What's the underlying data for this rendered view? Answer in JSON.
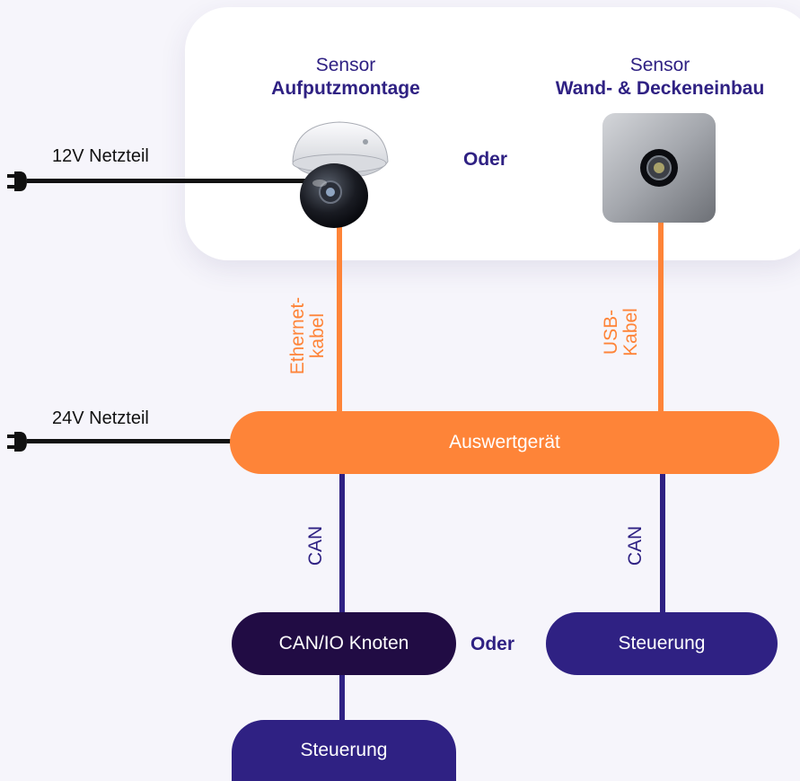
{
  "sensor_surface": {
    "line1": "Sensor",
    "line2": "Aufputzmontage"
  },
  "sensor_flush": {
    "line1": "Sensor",
    "line2": "Wand- & Deckeneinbau"
  },
  "psu_12v": "12V Netzteil",
  "psu_24v": "24V Netzteil",
  "oder_top": "Oder",
  "oder_bottom": "Oder",
  "ethernet_label": {
    "line1": "Ethernet-",
    "line2": "kabel"
  },
  "usb_label": {
    "line1": "USB-",
    "line2": "Kabel"
  },
  "evaluation_unit": "Auswertgerät",
  "can_left": "CAN",
  "can_right": "CAN",
  "can_io_node": "CAN/IO Knoten",
  "control_right": "Steuerung",
  "control_bottom": "Steuerung",
  "colors": {
    "orange": "#fe8438",
    "purple": "#2f2183",
    "dark_purple": "#210c44",
    "black": "#111111"
  }
}
